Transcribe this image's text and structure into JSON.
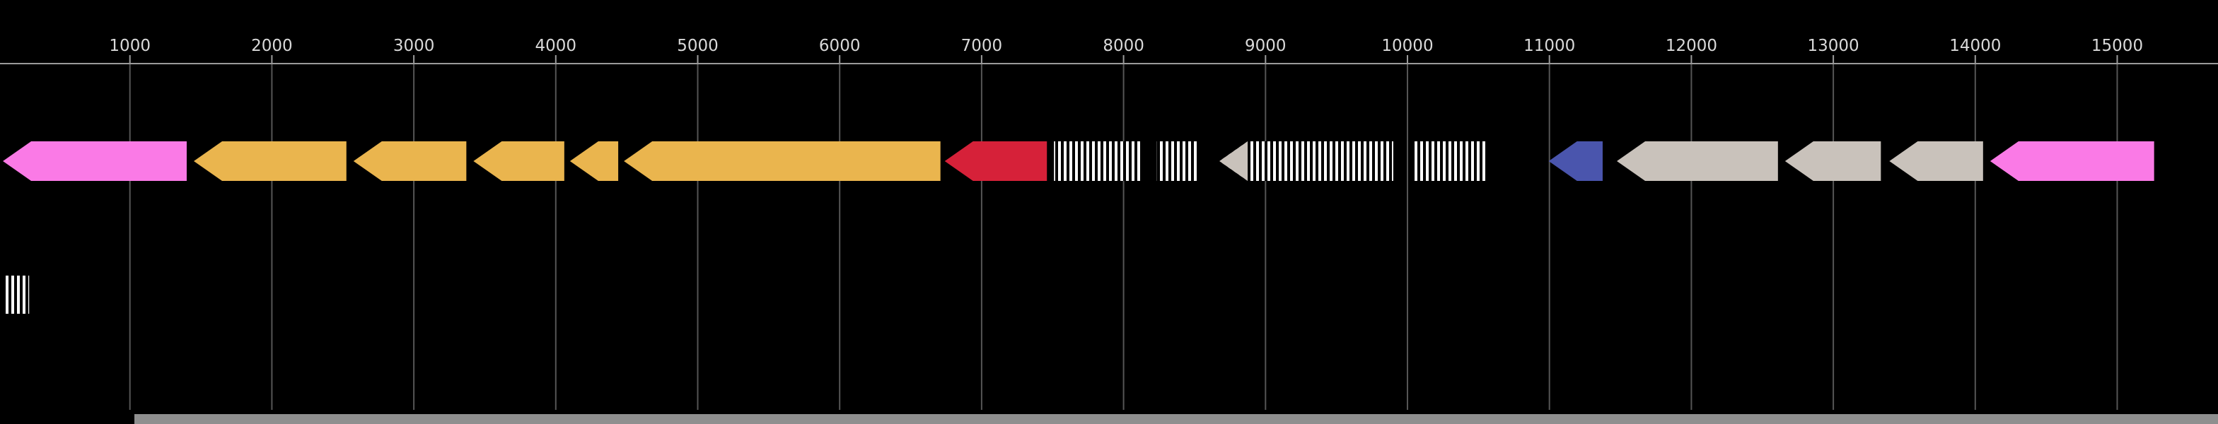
{
  "map": {
    "background_color": "#000000",
    "axis": {
      "tick_values": [
        1000,
        2000,
        3000,
        4000,
        5000,
        6000,
        7000,
        8000,
        9000,
        10000,
        11000,
        12000,
        13000,
        14000,
        15000
      ],
      "label_color": "#d9d9d9",
      "line_color": "#9a9a9a",
      "grid_color": "#555555"
    },
    "feature_colors": {
      "pink": "#fa7ae6",
      "gold": "#eab54e",
      "red": "#d62139",
      "blue": "#4a55ad",
      "tan": "#c9c2bb",
      "striped_fg": "#ffffff",
      "striped_bg": "#000000"
    },
    "tracks": [
      {
        "name": "main",
        "features": [
          {
            "start": 105,
            "end": 1400,
            "direction": "left",
            "fill": "#fa7ae6"
          },
          {
            "start": 1450,
            "end": 2525,
            "direction": "left",
            "fill": "#eab54e"
          },
          {
            "start": 2575,
            "end": 3370,
            "direction": "left",
            "fill": "#eab54e"
          },
          {
            "start": 3420,
            "end": 4060,
            "direction": "left",
            "fill": "#eab54e"
          },
          {
            "start": 4100,
            "end": 4440,
            "direction": "left",
            "fill": "#eab54e"
          },
          {
            "start": 4480,
            "end": 6710,
            "direction": "left",
            "fill": "#eab54e"
          },
          {
            "start": 6740,
            "end": 7460,
            "direction": "left",
            "fill": "#d62139"
          },
          {
            "start": 7510,
            "end": 8135,
            "direction": "none",
            "fill": "stripes"
          },
          {
            "start": 8235,
            "end": 8535,
            "direction": "none",
            "fill": "stripes"
          },
          {
            "start": 8675,
            "end": 9900,
            "direction": "left",
            "fill": "stripes",
            "head_fill": "#c9c2bb"
          },
          {
            "start": 10050,
            "end": 10565,
            "direction": "none",
            "fill": "stripes"
          },
          {
            "start": 10995,
            "end": 11375,
            "direction": "left",
            "fill": "#4a55ad"
          },
          {
            "start": 11475,
            "end": 12610,
            "direction": "left",
            "fill": "#c9c2bb"
          },
          {
            "start": 12660,
            "end": 13335,
            "direction": "left",
            "fill": "#c9c2bb"
          },
          {
            "start": 13395,
            "end": 14055,
            "direction": "left",
            "fill": "#c9c2bb"
          },
          {
            "start": 14105,
            "end": 15260,
            "direction": "left",
            "fill": "#fa7ae6"
          }
        ]
      },
      {
        "name": "secondary",
        "features": [
          {
            "start": 105,
            "end": 290,
            "direction": "none",
            "fill": "stripes"
          }
        ]
      }
    ],
    "scrollbar": {
      "color": "#8f8f8f"
    }
  }
}
